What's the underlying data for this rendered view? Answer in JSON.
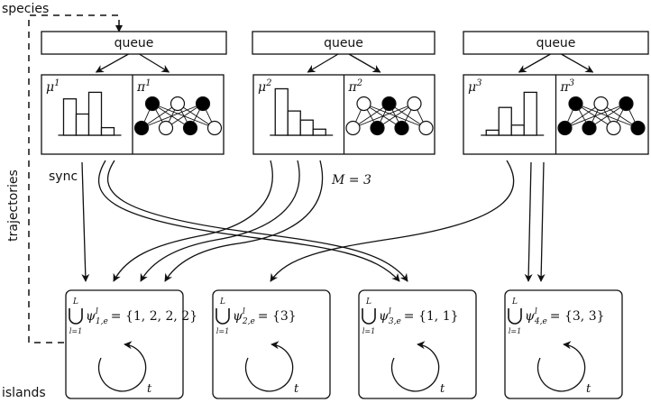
{
  "labels": {
    "species": "species",
    "trajectories": "trajectories",
    "islands": "islands",
    "sync": "sync",
    "migration": "M = 3"
  },
  "species": [
    {
      "queue_label": "queue",
      "mu_label": "μ",
      "pi_label": "π",
      "index": "1",
      "histogram": [
        0.72,
        0.42,
        0.85,
        0.15
      ],
      "network": {
        "top": [
          "filled",
          "empty",
          "filled"
        ],
        "bottom": [
          "filled",
          "empty",
          "filled",
          "empty"
        ]
      }
    },
    {
      "queue_label": "queue",
      "mu_label": "μ",
      "pi_label": "π",
      "index": "2",
      "histogram": [
        0.92,
        0.48,
        0.3,
        0.12
      ],
      "network": {
        "top": [
          "empty",
          "filled",
          "empty"
        ],
        "bottom": [
          "empty",
          "filled",
          "filled",
          "empty"
        ]
      }
    },
    {
      "queue_label": "queue",
      "mu_label": "μ",
      "pi_label": "π",
      "index": "3",
      "histogram": [
        0.1,
        0.55,
        0.2,
        0.85
      ],
      "network": {
        "top": [
          "filled",
          "empty",
          "filled"
        ],
        "bottom": [
          "filled",
          "filled",
          "empty",
          "filled"
        ]
      }
    }
  ],
  "islands": [
    {
      "union_top": "L",
      "union_bottom": "l=1",
      "psi": "ψ",
      "sup": "l",
      "sub": "1,e",
      "set": "= {1, 2, 2, 2}",
      "loop_label": "t"
    },
    {
      "union_top": "L",
      "union_bottom": "l=1",
      "psi": "ψ",
      "sup": "l",
      "sub": "2,e",
      "set": "= {3}",
      "loop_label": "t"
    },
    {
      "union_top": "L",
      "union_bottom": "l=1",
      "psi": "ψ",
      "sup": "l",
      "sub": "3,e",
      "set": "= {1, 1}",
      "loop_label": "t"
    },
    {
      "union_top": "L",
      "union_bottom": "l=1",
      "psi": "ψ",
      "sup": "l",
      "sub": "4,e",
      "set": "= {3, 3}",
      "loop_label": "t"
    }
  ]
}
